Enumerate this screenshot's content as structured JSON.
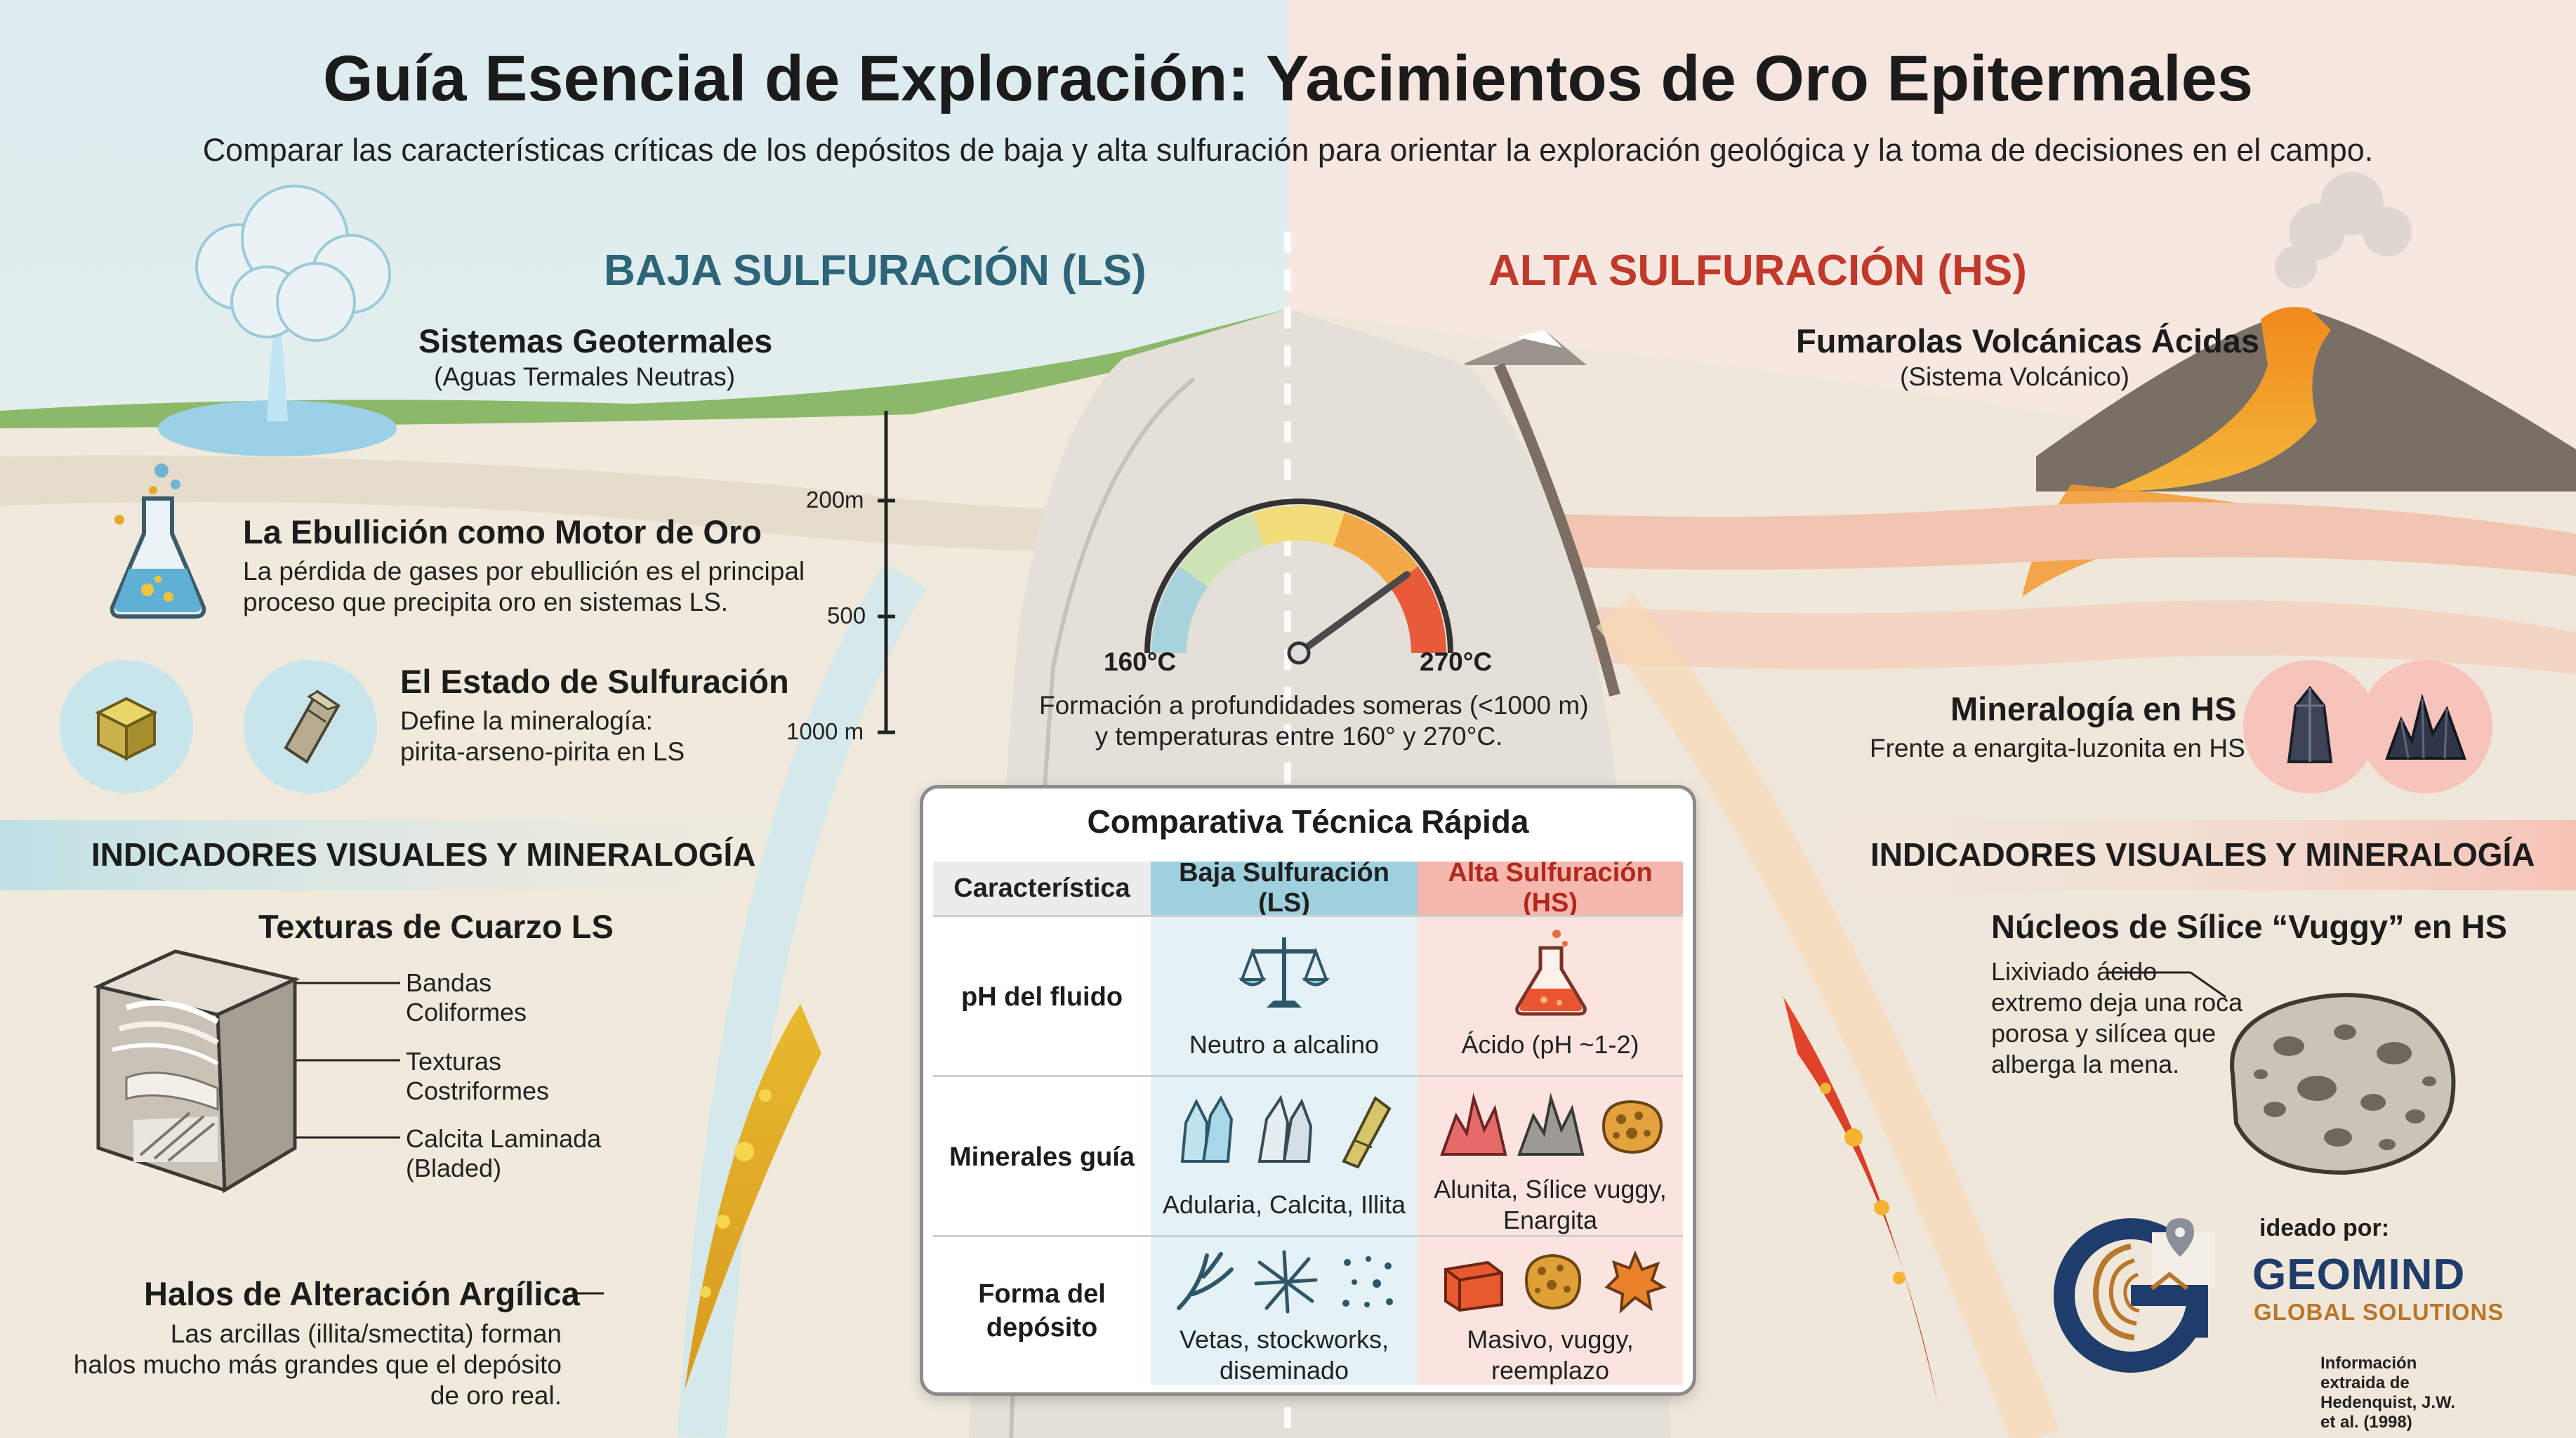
{
  "header": {
    "title": "Guía Esencial de Exploración: Yacimientos de Oro Epitermales",
    "subtitle": "Comparar las características críticas de los depósitos de baja y alta sulfuración para orientar la exploración geológica y la toma de decisiones en el campo."
  },
  "ls": {
    "section_title": "BAJA SULFURACIÓN (LS)",
    "geo_title": "Sistemas Geotermales",
    "geo_sub": "(Aguas Termales Neutras)",
    "boil_title": "La Ebullición como Motor de Oro",
    "boil_text": [
      "La pérdida de gases por ebullición es el principal",
      "proceso que precipita oro en sistemas LS."
    ],
    "sulf_title": "El Estado de Sulfuración",
    "sulf_text": [
      "Define la mineralogía:",
      "pirita-arseno-pirita en LS"
    ],
    "band_title": "INDICADORES VISUALES Y MINERALOGÍA",
    "quartz_title": "Texturas de Cuarzo LS",
    "labels": [
      [
        "Bandas",
        "Coliformes"
      ],
      [
        "Texturas",
        "Costriformes"
      ],
      [
        "Calcita Laminada",
        "(Bladed)"
      ]
    ],
    "halo_title": "Halos de Alteración Argílica",
    "halo_text": [
      "Las arcillas (illita/smectita) forman",
      "halos mucho más grandes que el depósito",
      "de oro real."
    ]
  },
  "depth_scale": [
    "200m",
    "500",
    "1000 m"
  ],
  "gauge": {
    "min_label": "160°C",
    "max_label": "270°C",
    "caption": [
      "Formación a profundidades someras (<1000 m)",
      "y temperaturas entre 160° y 270°C."
    ],
    "needle_fraction": 0.8,
    "colors": [
      "#a9d3dc",
      "#cfe3b4",
      "#f3dc7a",
      "#f3a945",
      "#e85a3a"
    ]
  },
  "hs": {
    "section_title": "ALTA SULFURACIÓN (HS)",
    "geo_title": "Fumarolas Volcánicas Ácidas",
    "geo_sub": "(Sistema Volcánico)",
    "min_title": "Mineralogía en HS",
    "min_text": "Frente a enargita-luzonita en HS",
    "band_title": "INDICADORES VISUALES Y MINERALOGÍA",
    "vuggy_title": "Núcleos de Sílice “Vuggy” en HS",
    "vuggy_text": [
      "Lixiviado ácido",
      "extremo deja una roca",
      "porosa y silícea que",
      "alberga la mena."
    ]
  },
  "table": {
    "title": "Comparativa Técnica Rápida",
    "headers": [
      "Característica",
      "Baja Sulfuración (LS)",
      "Alta Sulfuración (HS)"
    ],
    "rows": [
      {
        "label": [
          "pH del fluido"
        ],
        "ls": [
          "Neutro a alcalino"
        ],
        "hs": [
          "Ácido (pH ~1-2)"
        ]
      },
      {
        "label": [
          "Minerales guía"
        ],
        "ls": [
          "Adularia, Calcita, Illita"
        ],
        "hs": [
          "Alunita, Sílice vuggy,",
          "Enargita"
        ]
      },
      {
        "label": [
          "Forma del",
          "depósito"
        ],
        "ls": [
          "Vetas, stockworks,",
          "diseminado"
        ],
        "hs": [
          "Masivo, vuggy,",
          "reemplazo"
        ]
      }
    ],
    "header_colors": {
      "feature": "#ececec",
      "ls": "#9fd0de",
      "hs": "#f6b8ae"
    },
    "cell_colors": {
      "ls": "#e4f2f6",
      "hs": "#fbe4df"
    }
  },
  "icons": {
    "ls_row1": "scales-icon",
    "hs_row1": "flask-acid-icon",
    "ls_row2": [
      "quartz-crystal-icon",
      "calcite-crystal-icon",
      "illite-crystal-icon"
    ],
    "hs_row2": [
      "alunite-crystal-icon",
      "silica-crystal-icon",
      "vuggy-rock-icon"
    ],
    "ls_row3": [
      "veins-icon",
      "stockwork-icon",
      "disseminated-icon"
    ],
    "hs_row3": [
      "massive-block-icon",
      "vuggy-nodule-icon",
      "replacement-leaf-icon"
    ]
  },
  "brand": {
    "ideado": "ideado por:",
    "name": "GEOMIND",
    "tagline": "GLOBAL SOLUTIONS",
    "credit": "Información extraida de Hedenquist, J.W. et al. (1998)",
    "colors": {
      "navy": "#1f3d6b",
      "gold": "#b9772b"
    }
  }
}
